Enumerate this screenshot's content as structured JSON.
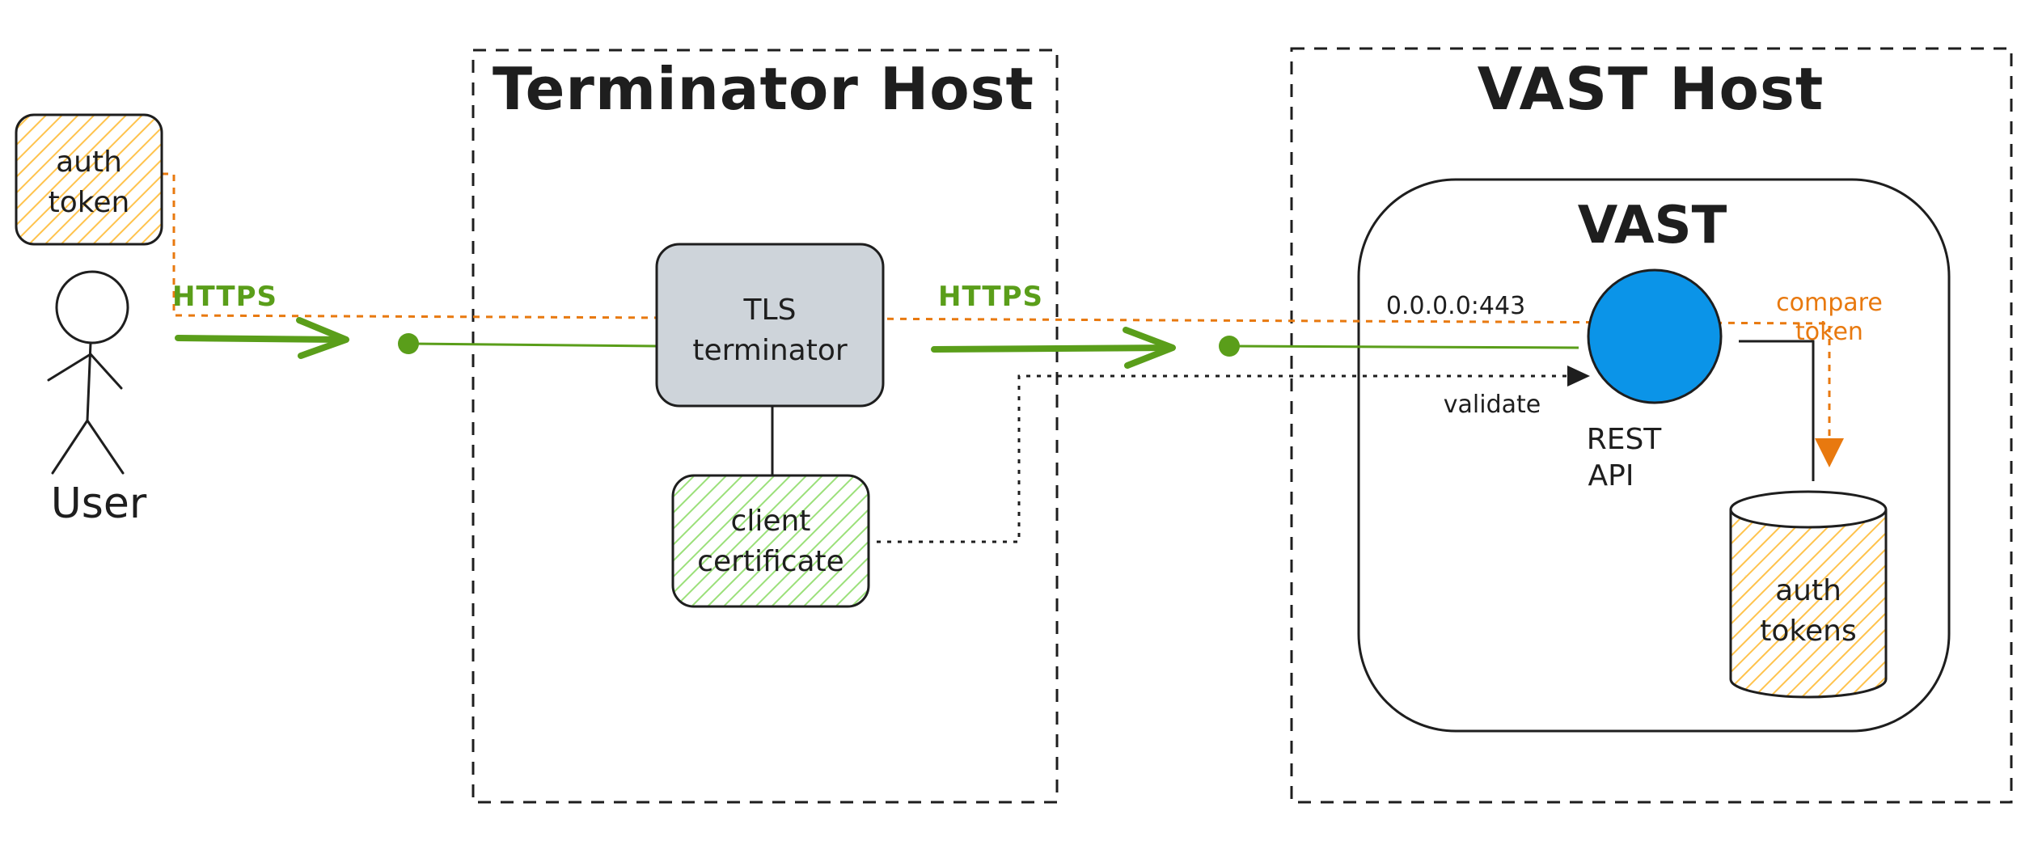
{
  "colors": {
    "ink": "#1e1e1e",
    "green": "#5a9e1a",
    "orange": "#e8790f",
    "blue": "#0b94e8",
    "gray_fill": "#ced4da",
    "green_fill": "#b2f2bb",
    "yellow_fill": "#ffd43b"
  },
  "user": {
    "token_line1": "auth",
    "token_line2": "token",
    "label": "User"
  },
  "terminator_host": {
    "title": "Terminator Host",
    "tls_line1": "TLS",
    "tls_line2": "terminator",
    "cert_line1": "client",
    "cert_line2": "certificate"
  },
  "vast_host": {
    "title": "VAST Host",
    "vast_title": "VAST",
    "address": "0.0.0.0:443",
    "api_line1": "REST",
    "api_line2": "API",
    "tokens_line1": "auth",
    "tokens_line2": "tokens"
  },
  "connections": {
    "https_left": "HTTPS",
    "https_right": "HTTPS",
    "validate": "validate",
    "compare_line1": "compare",
    "compare_line2": "token"
  }
}
